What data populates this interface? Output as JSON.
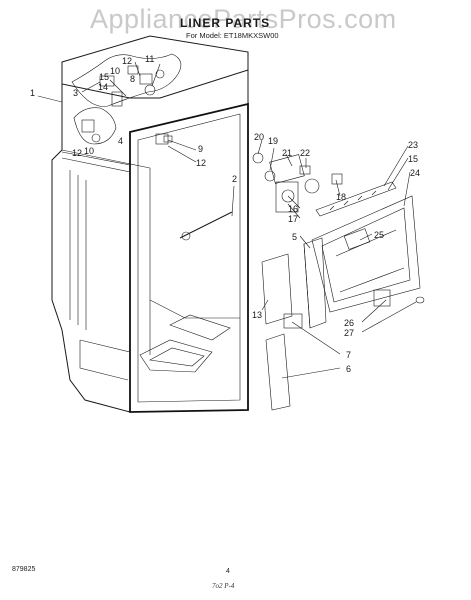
{
  "watermark": "AppliancePartsPros.com",
  "header": {
    "title": "LINER PARTS",
    "model_line": "For Model: ET18MKXSW00"
  },
  "footer": {
    "doc_number": "879825",
    "page_number": "4",
    "mark": "7o2 P-4"
  },
  "callouts": [
    "1",
    "2",
    "3",
    "4",
    "5",
    "6",
    "7",
    "8",
    "9",
    "10",
    "11",
    "12",
    "13",
    "14",
    "15",
    "16",
    "17",
    "18",
    "19",
    "20",
    "21",
    "22",
    "23",
    "24",
    "25",
    "26",
    "27"
  ]
}
